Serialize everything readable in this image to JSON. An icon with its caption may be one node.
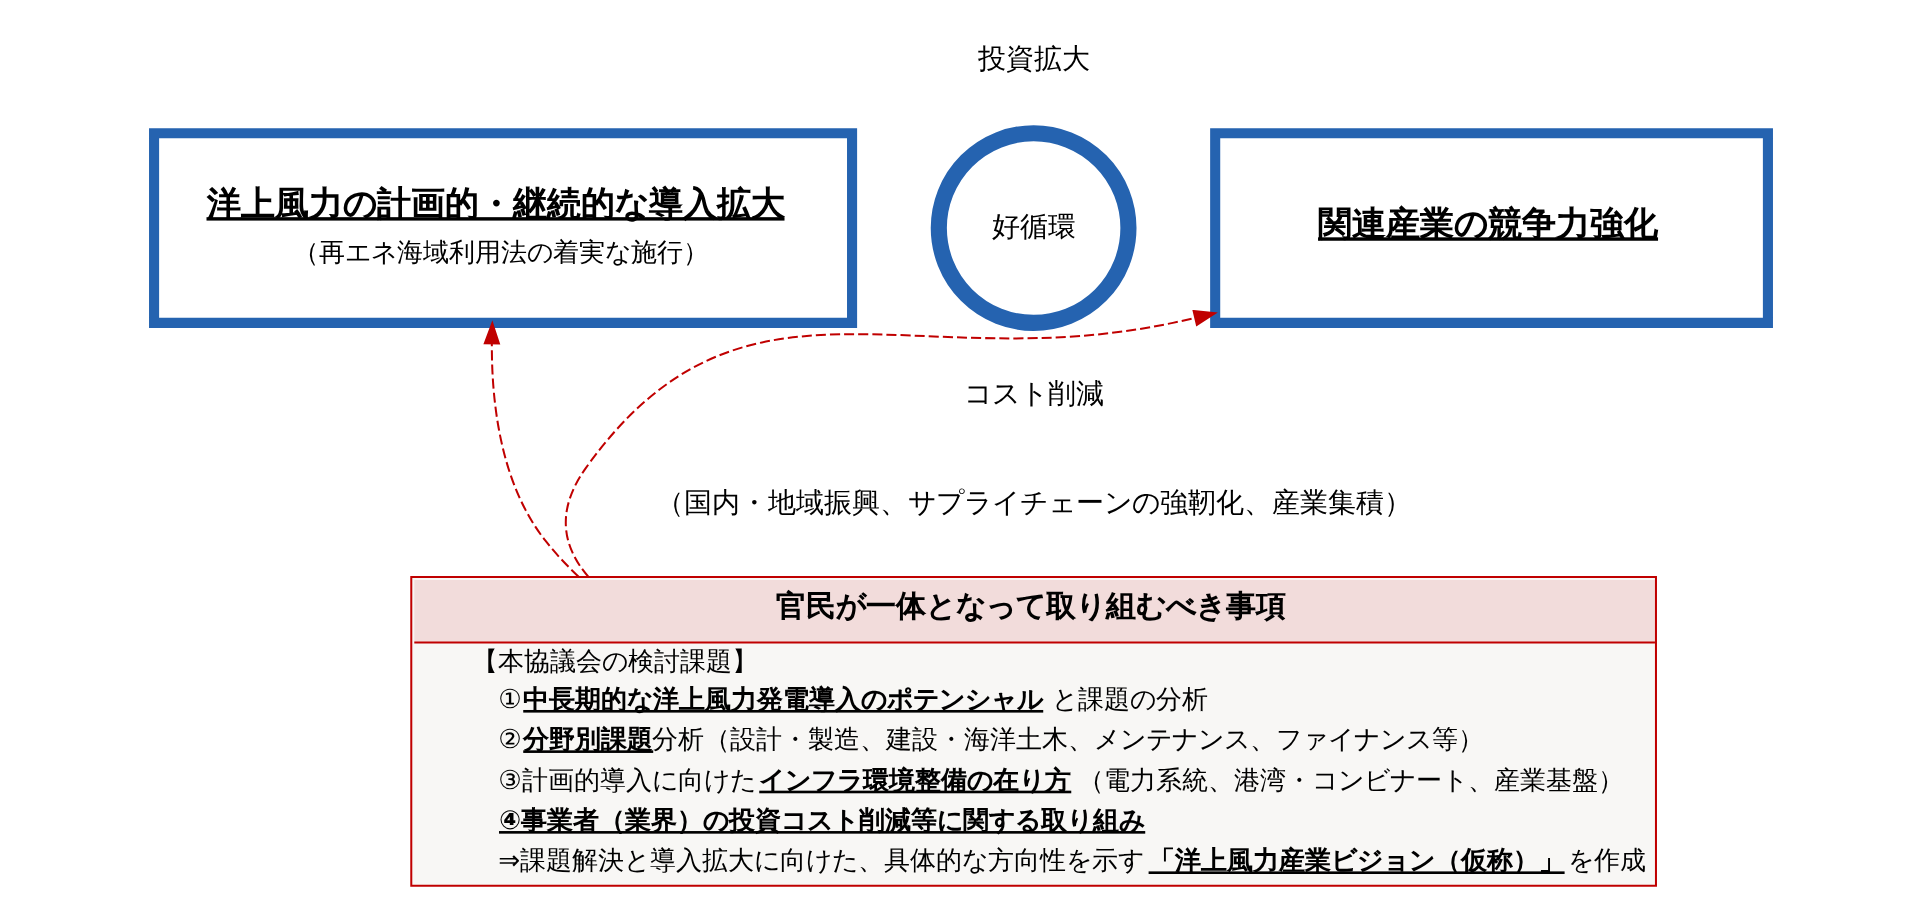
{
  "diagram": {
    "nodes": [
      {
        "text": [
          "洋上風力の計画的・継続的な導入拡大",
          "（再エネ海域利用法の着実な施行）"
        ]
      },
      {
        "text": [
          "好循環"
        ]
      },
      {
        "text": [
          "関連産業の競争力強化"
        ]
      },
      {
        "text": [
          "官民が一体となって取り組むべき事項",
          "【本協議会の検討課題】",
          "①**中長期的な洋上風力発電導入のポテンシャル**と課題の分析",
          "②**分野別課題**分析（設計・製造、建設・海洋土木、メンテナンス、ファイナンス等）",
          "③計画的導入に向けた**インフラ環境整備の在り方**（電力系統、港湾・コンビナート、産業基盤）",
          "**④事業者（業界）の投資コスト削減等に関する取り組み**",
          "⇒課題解決と導入拡大に向けた、具体的な方向性を示す**「洋上風力産業ビジョン（仮称）」**を作成"
        ]
      }
    ],
    "edges": [
      {
        "from": 3,
        "to": 0,
        "arrow": "to",
        "style": "dashed",
        "color": "#c00000"
      },
      {
        "from": 3,
        "to": 2,
        "arrow": "to",
        "style": "dashed",
        "color": "#c00000"
      }
    ],
    "labels": [
      "投資拡大",
      "コスト削減",
      "（国内・地域振興、サプライチェーンの強靭化、産業集積）"
    ]
  }
}
